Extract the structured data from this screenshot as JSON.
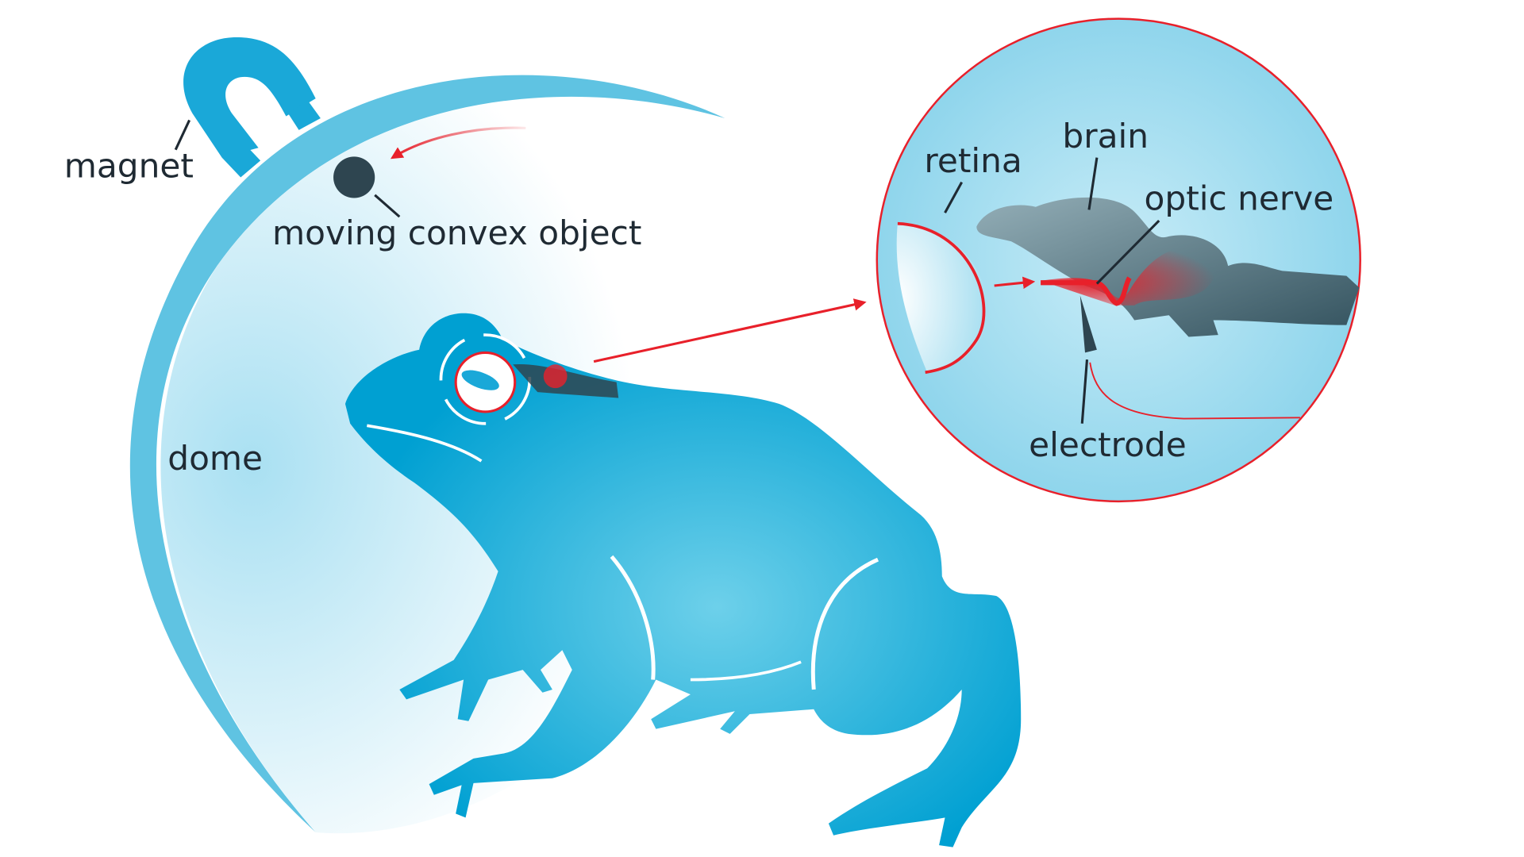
{
  "labels": {
    "magnet": "magnet",
    "object": "moving convex object",
    "dome": "dome",
    "retina": "retina",
    "brain": "brain",
    "optic_nerve": "optic nerve",
    "electrode": "electrode"
  },
  "colors": {
    "frog": "#00a0d2",
    "frog_light": "#6dd0ea",
    "dome": "#5fc3e2",
    "inset": "#a6def0",
    "accent": "#e8202a",
    "brain": "#4e6c78",
    "text": "#1f2a33"
  },
  "icons": [
    "magnet-icon",
    "ball-icon",
    "frog-icon",
    "brain-icon",
    "electrode-icon"
  ]
}
